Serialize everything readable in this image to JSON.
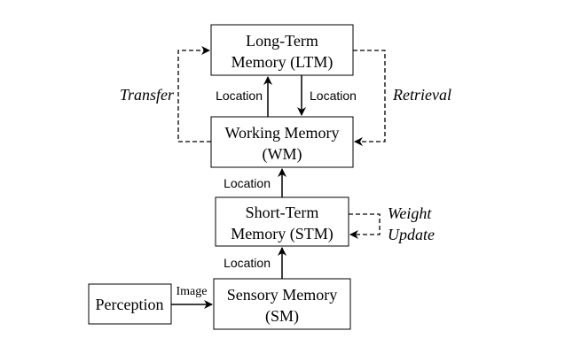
{
  "nodes": {
    "ltm": {
      "line1": "Long-Term",
      "line2": "Memory (LTM)"
    },
    "wm": {
      "line1": "Working Memory",
      "line2": "(WM)"
    },
    "stm": {
      "line1": "Short-Term",
      "line2": "Memory (STM)"
    },
    "sm": {
      "line1": "Sensory Memory",
      "line2": "(SM)"
    },
    "perception": {
      "label": "Perception"
    }
  },
  "edges": {
    "wm_to_ltm": "Location",
    "ltm_to_wm": "Location",
    "stm_to_wm": "Location",
    "sm_to_stm": "Location",
    "perception_to_sm": "Image"
  },
  "loops": {
    "transfer": "Transfer",
    "retrieval": "Retrieval",
    "weight": "Weight",
    "update": "Update"
  }
}
